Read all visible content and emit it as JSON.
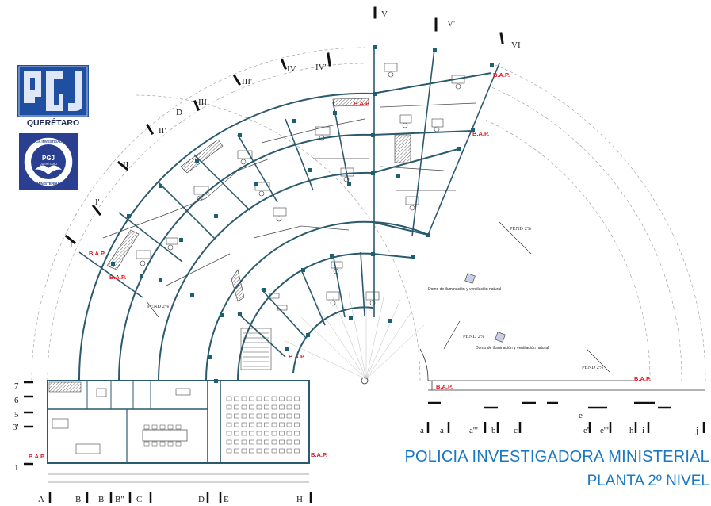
{
  "logos": {
    "pgj_text": "QUERÉTARO",
    "pim_top": "POLICIA INVESTIGADORA",
    "pim_bottom": "MINISTERIAL",
    "pim_center": "PGJ",
    "pim_center_sub": "QUERÉTARO"
  },
  "title": {
    "line1": "POLICIA INVESTIGADORA MINISTERIAL",
    "line2": "PLANTA  2º NIVEL"
  },
  "radial_axes": [
    "I",
    "I'",
    "II",
    "II'",
    "D",
    "III",
    "III'",
    "IV",
    "IV'",
    "V",
    "V'",
    "VI"
  ],
  "bottom_axes": [
    "A",
    "B",
    "B'",
    "B''",
    "C'",
    "D",
    "E",
    "H"
  ],
  "left_axes": [
    "7",
    "6",
    "5",
    "3'",
    "1"
  ],
  "right_axes": [
    "a",
    "a",
    "a'''",
    "b",
    "c",
    "e",
    "e'",
    "e'''",
    "h",
    "i",
    "j"
  ],
  "bap_label": "B.A.P.",
  "pend_label": "PEND 2%",
  "notes": {
    "dome_1": "Domo de iluminación y ventilación natural",
    "dome_2": "Domo de iluminación y ventilación natural"
  },
  "colors": {
    "title": "#1a78c2",
    "bap": "#e0141e",
    "walls": "#2b5a6e",
    "columns": "#1e5f73",
    "logo_blue": "#1f4fa0"
  }
}
